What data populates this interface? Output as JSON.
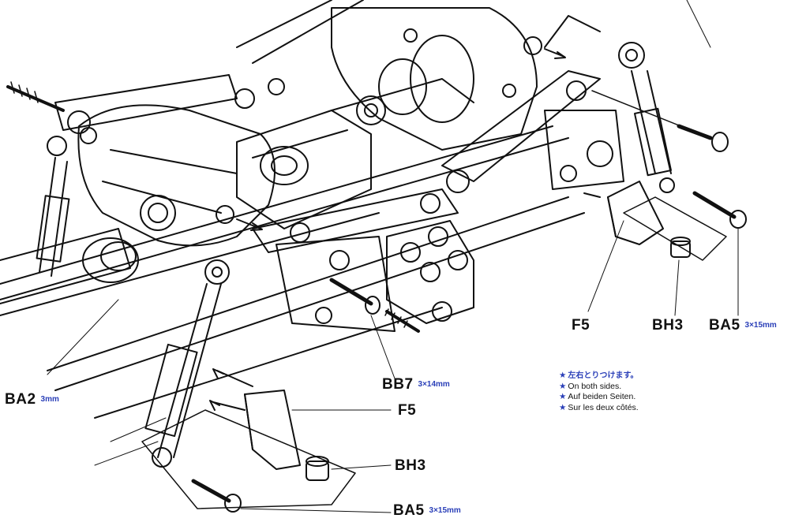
{
  "callouts": {
    "f5_right": "F5",
    "bh3_right": "BH3",
    "ba5_right": "BA5",
    "ba5_right_size": "3×15mm",
    "bb7": "BB7",
    "bb7_size": "3×14mm",
    "ba2": "BA2",
    "ba2_size": "3mm",
    "f5_bottom": "F5",
    "bh3_bottom": "BH3",
    "ba5_bottom": "BA5",
    "ba5_bottom_size": "3×15mm"
  },
  "notes": {
    "star_glyph": "★",
    "japanese": "左右とりつけます。",
    "english": "On both sides.",
    "german": "Auf beiden Seiten.",
    "french": "Sur les deux côtés."
  },
  "colors": {
    "line_art": "#111111",
    "size_text": "#2a3fb8",
    "background": "#ffffff"
  }
}
